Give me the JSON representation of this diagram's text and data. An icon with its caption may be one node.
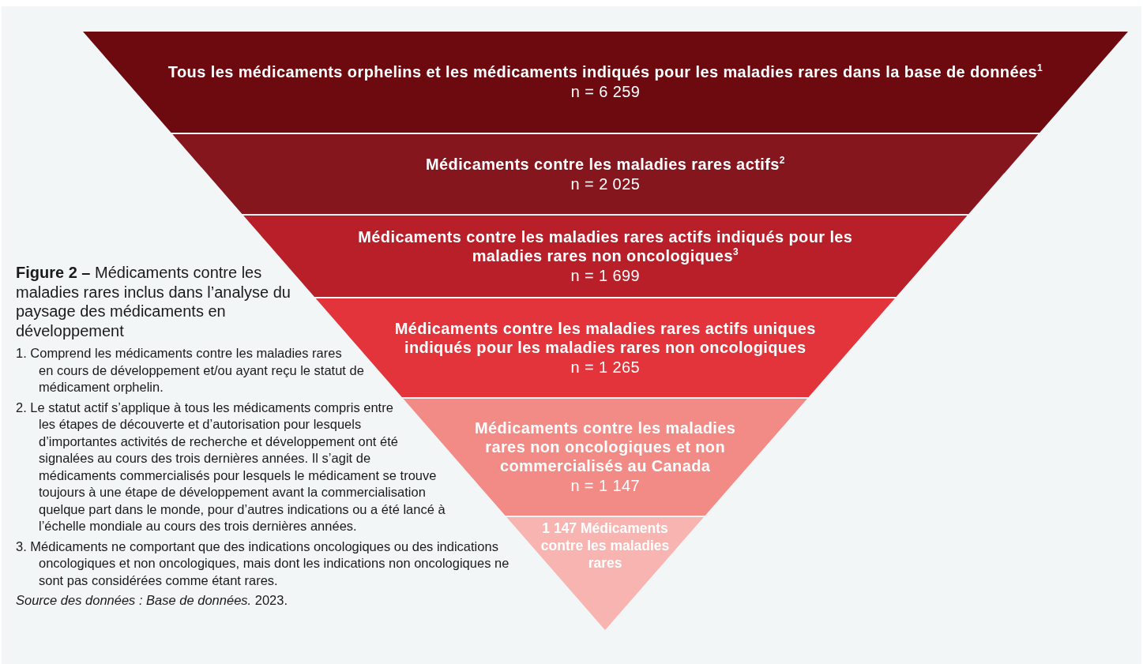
{
  "diagram": {
    "caption": "**Figure 2 –** Médicaments contre les maladies rares inclus dans l’analyse du paysage des médicaments en développement",
    "nodes": [
      {
        "text": [
          "Tous les médicaments orphelins et les médicaments indiqués pour les maladies rares dans la base de données$^{1}$",
          "n = 6 259"
        ]
      },
      {
        "text": [
          "Médicaments contre les maladies rares actifs$^{2}$",
          "n = 2 025"
        ]
      },
      {
        "text": [
          "Médicaments contre les maladies rares actifs indiqués pour les maladies rares non oncologiques$^{3}$",
          "n = 1 699"
        ]
      },
      {
        "text": [
          "Médicaments contre les maladies rares actifs uniques indiqués pour les maladies rares non oncologiques",
          "n = 1 265"
        ]
      },
      {
        "text": [
          "Médicaments contre les maladies rares non oncologiques et non commercialisés au Canada",
          "n = 1 147"
        ]
      },
      {
        "text": [
          "1 147 Médicaments contre les maladies rares"
        ]
      }
    ],
    "labels": [
      "1. Comprend les médicaments contre les maladies rares en cours de développement et/ou ayant reçu le statut de médicament orphelin.",
      "2. Le statut actif s’applique à tous les médicaments compris entre les étapes de découverte et d’autorisation pour lesquels d’importantes activités de recherche et développement ont été signalées au cours des trois dernières années. Il s’agit de médicaments commercialisés pour lesquels le médicament se trouve toujours à une étape de développement avant la commercialisation quelque part dans le monde, pour d’autres indications ou a été lancé à l’échelle mondiale au cours des trois dernières années.",
      "3. Médicaments ne comportant que des indications oncologiques ou des indications oncologiques et non oncologiques, mais dont les indications non oncologiques ne sont pas considérées comme étant rares.",
      "*Source des données : Base de données.* 2023."
    ]
  }
}
